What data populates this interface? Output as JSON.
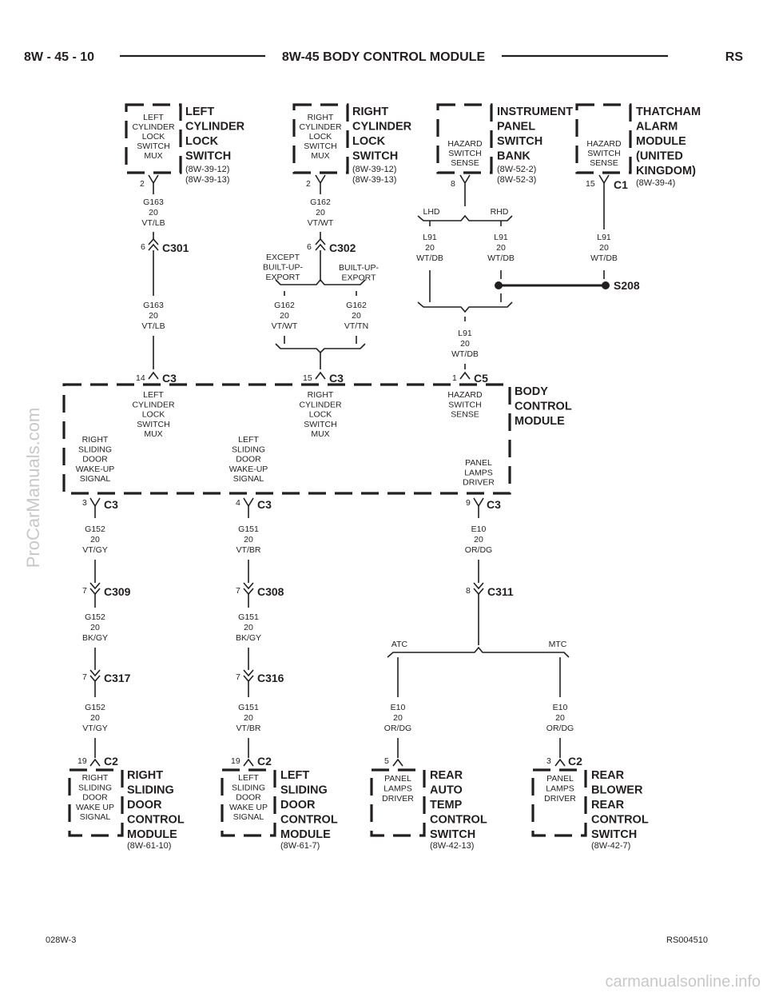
{
  "header": {
    "left": "8W - 45 - 10",
    "center": "8W-45 BODY CONTROL MODULE",
    "right": "RS"
  },
  "footer": {
    "left": "028W-3",
    "right": "RS004510"
  },
  "watermarks": {
    "side": "ProCarManuals.com",
    "bottom": "carmanualsonline.info"
  },
  "components": {
    "left_cyl": {
      "inner": [
        "LEFT",
        "CYLINDER",
        "LOCK",
        "SWITCH",
        "MUX"
      ],
      "name": [
        "LEFT",
        "CYLINDER",
        "LOCK",
        "SWITCH"
      ],
      "refs": [
        "(8W-39-12)",
        "(8W-39-13)"
      ],
      "pin": "2"
    },
    "right_cyl": {
      "inner": [
        "RIGHT",
        "CYLINDER",
        "LOCK",
        "SWITCH",
        "MUX"
      ],
      "name": [
        "RIGHT",
        "CYLINDER",
        "LOCK",
        "SWITCH"
      ],
      "refs": [
        "(8W-39-12)",
        "(8W-39-13)"
      ],
      "pin": "2"
    },
    "ipsb": {
      "inner": [
        "HAZARD",
        "SWITCH",
        "SENSE"
      ],
      "name": [
        "INSTRUMENT",
        "PANEL",
        "SWITCH",
        "BANK"
      ],
      "refs": [
        "(8W-52-2)",
        "(8W-52-3)"
      ],
      "pin": "8"
    },
    "thatcham": {
      "inner": [
        "HAZARD",
        "SWITCH",
        "SENSE"
      ],
      "name": [
        "THATCHAM",
        "ALARM",
        "MODULE",
        "(UNITED",
        "KINGDOM)"
      ],
      "refs": [
        "(8W-39-4)"
      ],
      "pin": "15",
      "connector": "C1"
    },
    "bcm": {
      "name": [
        "BODY",
        "CONTROL",
        "MODULE"
      ],
      "left_cyl": [
        "LEFT",
        "CYLINDER",
        "LOCK",
        "SWITCH",
        "MUX"
      ],
      "right_cyl": [
        "RIGHT",
        "CYLINDER",
        "LOCK",
        "SWITCH",
        "MUX"
      ],
      "hazard": [
        "HAZARD",
        "SWITCH",
        "SENSE"
      ],
      "right_sliding": [
        "RIGHT",
        "SLIDING",
        "DOOR",
        "WAKE-UP",
        "SIGNAL"
      ],
      "left_sliding": [
        "LEFT",
        "SLIDING",
        "DOOR",
        "WAKE-UP",
        "SIGNAL"
      ],
      "panel_lamps": [
        "PANEL",
        "LAMPS",
        "DRIVER"
      ],
      "c3_14": {
        "pin": "14",
        "conn": "C3"
      },
      "c3_15": {
        "pin": "15",
        "conn": "C3"
      },
      "c5_1": {
        "pin": "1",
        "conn": "C5"
      },
      "c3_3": {
        "pin": "3",
        "conn": "C3"
      },
      "c3_4": {
        "pin": "4",
        "conn": "C3"
      },
      "c3_9": {
        "pin": "9",
        "conn": "C3"
      }
    },
    "rsdcm": {
      "inner": [
        "RIGHT",
        "SLIDING",
        "DOOR",
        "WAKE UP",
        "SIGNAL"
      ],
      "name": [
        "RIGHT",
        "SLIDING",
        "DOOR",
        "CONTROL",
        "MODULE"
      ],
      "refs": [
        "(8W-61-10)"
      ],
      "pin": "19",
      "connector": "C2"
    },
    "lsdcm": {
      "inner": [
        "LEFT",
        "SLIDING",
        "DOOR",
        "WAKE UP",
        "SIGNAL"
      ],
      "name": [
        "LEFT",
        "SLIDING",
        "DOOR",
        "CONTROL",
        "MODULE"
      ],
      "refs": [
        "(8W-61-7)"
      ],
      "pin": "19",
      "connector": "C2"
    },
    "ratc": {
      "inner": [
        "PANEL",
        "LAMPS",
        "DRIVER"
      ],
      "name": [
        "REAR",
        "AUTO",
        "TEMP",
        "CONTROL",
        "SWITCH"
      ],
      "refs": [
        "(8W-42-13)"
      ],
      "pin": "5"
    },
    "rblower": {
      "inner": [
        "PANEL",
        "LAMPS",
        "DRIVER"
      ],
      "name": [
        "REAR",
        "BLOWER",
        "REAR",
        "CONTROL",
        "SWITCH"
      ],
      "refs": [
        "(8W-42-7)"
      ],
      "pin": "3",
      "connector": "C2"
    }
  },
  "wires": {
    "g163_top": [
      "G163",
      "20",
      "VT/LB"
    ],
    "g163_bot": [
      "G163",
      "20",
      "VT/LB"
    ],
    "g162_top": [
      "G162",
      "20",
      "VT/WT"
    ],
    "g162_wt": [
      "G162",
      "20",
      "VT/WT"
    ],
    "g162_tn": [
      "G162",
      "20",
      "VT/TN"
    ],
    "l91_lhd": [
      "L91",
      "20",
      "WT/DB"
    ],
    "l91_rhd": [
      "L91",
      "20",
      "WT/DB"
    ],
    "l91_thatcham": [
      "L91",
      "20",
      "WT/DB"
    ],
    "l91_bcm": [
      "L91",
      "20",
      "WT/DB"
    ],
    "g152_a": [
      "G152",
      "20",
      "VT/GY"
    ],
    "g152_b": [
      "G152",
      "20",
      "BK/GY"
    ],
    "g152_c": [
      "G152",
      "20",
      "VT/GY"
    ],
    "g151_a": [
      "G151",
      "20",
      "VT/BR"
    ],
    "g151_b": [
      "G151",
      "20",
      "BK/GY"
    ],
    "g151_c": [
      "G151",
      "20",
      "VT/BR"
    ],
    "e10_a": [
      "E10",
      "20",
      "OR/DG"
    ],
    "e10_atc": [
      "E10",
      "20",
      "OR/DG"
    ],
    "e10_mtc": [
      "E10",
      "20",
      "OR/DG"
    ]
  },
  "connectors": {
    "c301": {
      "pin": "6",
      "name": "C301"
    },
    "c302": {
      "pin": "6",
      "name": "C302"
    },
    "c309": {
      "pin": "7",
      "name": "C309"
    },
    "c308": {
      "pin": "7",
      "name": "C308"
    },
    "c311": {
      "pin": "8",
      "name": "C311"
    },
    "c317": {
      "pin": "7",
      "name": "C317"
    },
    "c316": {
      "pin": "7",
      "name": "C316"
    }
  },
  "splice": {
    "name": "S208"
  },
  "options": {
    "except": [
      "EXCEPT",
      "BUILT-UP-",
      "EXPORT"
    ],
    "builtup": [
      "BUILT-UP-",
      "EXPORT"
    ],
    "lhd": "LHD",
    "rhd": "RHD",
    "atc": "ATC",
    "mtc": "MTC"
  }
}
